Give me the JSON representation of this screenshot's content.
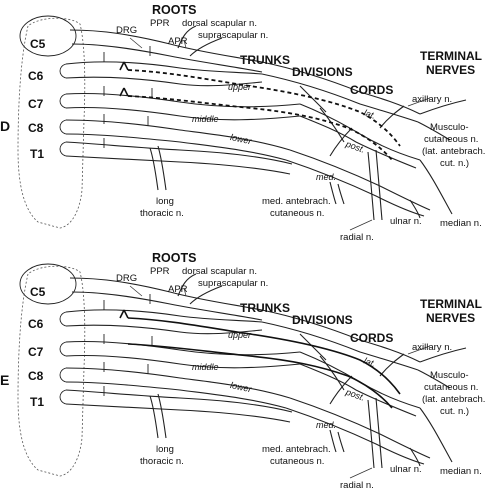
{
  "panels": [
    {
      "letter": "D",
      "labels": {
        "roots": "ROOTS",
        "drg": "DRG",
        "ppr": "PPR",
        "apr": "APR",
        "dorsal_scapular": "dorsal scapular n.",
        "suprascapular": "suprascapular n.",
        "trunks": "TRUNKS",
        "divisions": "DIVISIONS",
        "cords": "CORDS",
        "terminal1": "TERMINAL",
        "terminal2": "NERVES",
        "c5": "C5",
        "c6": "C6",
        "c7": "C7",
        "c8": "C8",
        "t1": "T1",
        "upper": "upper",
        "middle": "middle",
        "lower": "lower",
        "lat": "lat.",
        "post": "post.",
        "med": "med.",
        "axillary": "axillary n.",
        "musculo1": "Musculo-",
        "musculo2": "cutaneous n.",
        "musculo3": "(lat. antebrach.",
        "musculo4": "cut. n.)",
        "long1": "long",
        "long2": "thoracic n.",
        "medante1": "med. antebrach.",
        "medante2": "cutaneous n.",
        "ulnar": "ulnar n.",
        "median": "median n.",
        "radial": "radial n."
      }
    },
    {
      "letter": "E",
      "labels": {
        "roots": "ROOTS",
        "drg": "DRG",
        "ppr": "PPR",
        "apr": "APR",
        "dorsal_scapular": "dorsal scapular n.",
        "suprascapular": "suprascapular n.",
        "trunks": "TRUNKS",
        "divisions": "DIVISIONS",
        "cords": "CORDS",
        "terminal1": "TERMINAL",
        "terminal2": "NERVES",
        "c5": "C5",
        "c6": "C6",
        "c7": "C7",
        "c8": "C8",
        "t1": "T1",
        "upper": "upper",
        "middle": "middle",
        "lower": "lower",
        "lat": "lat.",
        "post": "post.",
        "med": "med.",
        "axillary": "axillary n.",
        "musculo1": "Musculo-",
        "musculo2": "cutaneous n.",
        "musculo3": "(lat. antebrach.",
        "musculo4": "cut. n.)",
        "long1": "long",
        "long2": "thoracic n.",
        "medante1": "med. antebrach.",
        "medante2": "cutaneous n.",
        "ulnar": "ulnar n.",
        "median": "median n.",
        "radial": "radial n."
      }
    }
  ]
}
